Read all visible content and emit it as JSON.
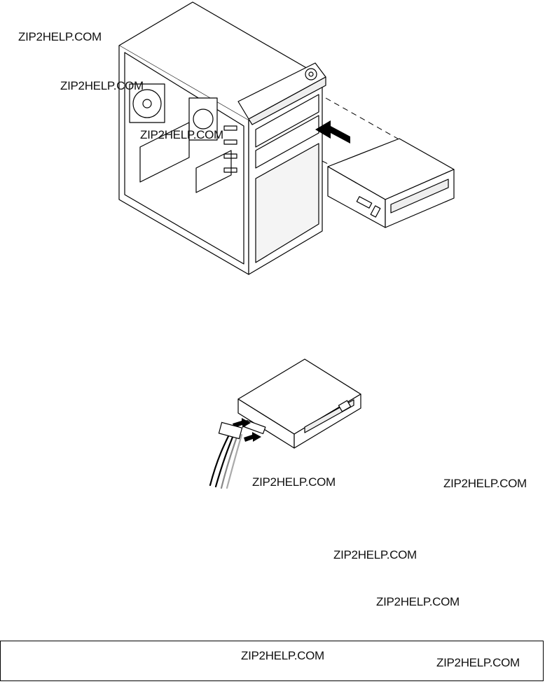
{
  "watermarks": [
    "ZIP2HELP.COM",
    "ZIP2HELP.COM",
    "ZIP2HELP.COM",
    "ZIP2HELP.COM",
    "ZIP2HELP.COM",
    "ZIP2HELP.COM",
    "ZIP2HELP.COM",
    "ZIP2HELP.COM",
    "ZIP2HELP.COM"
  ],
  "colors": {
    "line": "#000000",
    "shade": "#cccccc",
    "arrow": "#000000",
    "background": "#ffffff"
  },
  "figures": {
    "top": {
      "icon": "computer-chassis-optical-drive-install-illustration"
    },
    "bottom": {
      "icon": "optical-drive-cable-connect-illustration"
    }
  }
}
